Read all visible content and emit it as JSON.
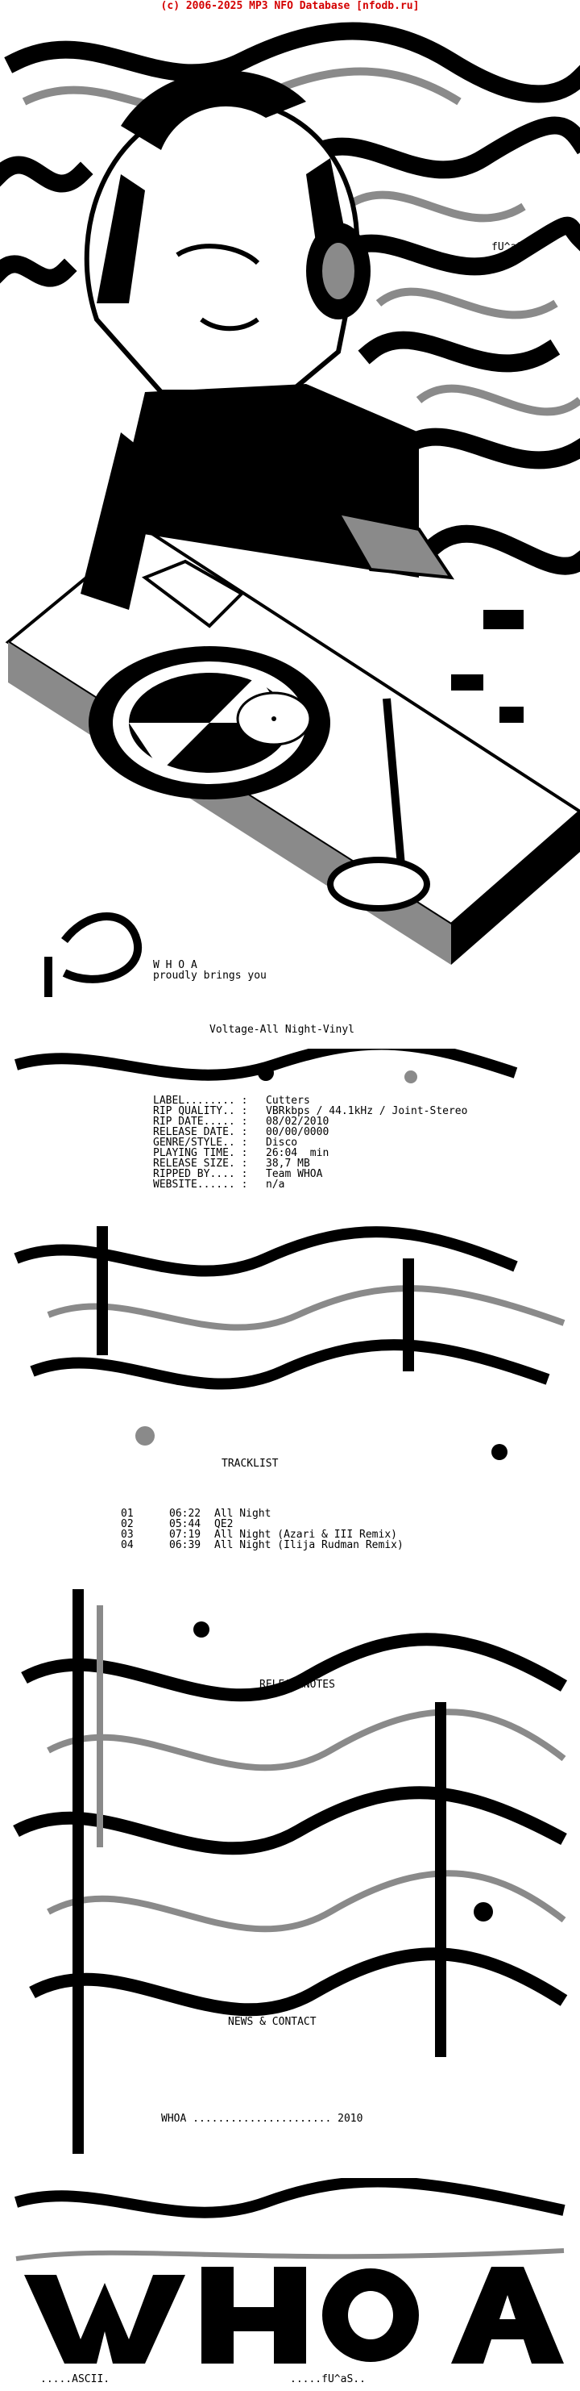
{
  "header": {
    "copyright": "(c) 2006-2025 MP3 NFO Database [nfodb.ru]"
  },
  "intro": {
    "signature": "fU^aS",
    "group_spaced": "W H O A",
    "tagline": "proudly brings you",
    "release_title": "Voltage-All Night-Vinyl"
  },
  "info": [
    {
      "key": "LABEL........ :",
      "value": "Cutters"
    },
    {
      "key": "RIP QUALITY.. :",
      "value": "VBRkbps / 44.1kHz / Joint-Stereo"
    },
    {
      "key": "RIP DATE..... :",
      "value": "08/02/2010"
    },
    {
      "key": "RELEASE DATE. :",
      "value": "00/00/0000"
    },
    {
      "key": "GENRE/STYLE.. :",
      "value": "Disco"
    },
    {
      "key": "PLAYING TIME. :",
      "value": "26:04  min"
    },
    {
      "key": "RELEASE SIZE. :",
      "value": "38,7 MB"
    },
    {
      "key": "RIPPED BY.... :",
      "value": "Team WHOA"
    },
    {
      "key": "WEBSITE...... :",
      "value": "n/a"
    }
  ],
  "sections": {
    "tracklist": "TRACKLIST",
    "releasenotes": "RELEASENOTES",
    "news_contact": "NEWS & CONTACT"
  },
  "tracks": [
    {
      "num": "01",
      "time": "06:22",
      "title": "All Night"
    },
    {
      "num": "02",
      "time": "05:44",
      "title": "QE2"
    },
    {
      "num": "03",
      "time": "07:19",
      "title": "All Night (Azari & III Remix)"
    },
    {
      "num": "04",
      "time": "06:39",
      "title": "All Night (Ilija Rudman Remix)"
    }
  ],
  "contact_line": "WHOA ...................... 2010",
  "footer": {
    "left": ".....ASCII.",
    "right": ".....fU^aS.."
  },
  "art_colors": {
    "ink": "#000000",
    "mid": "#8a8a8a",
    "light": "#c8c8c8",
    "paper": "#ffffff"
  }
}
